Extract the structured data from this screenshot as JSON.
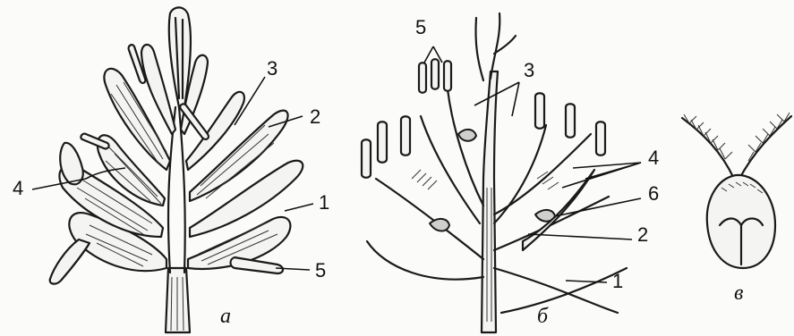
{
  "figures": {
    "a": {
      "caption": "а"
    },
    "b": {
      "caption": "б"
    },
    "c": {
      "caption": "в"
    }
  },
  "labels": {
    "a": {
      "l1": "1",
      "l2": "2",
      "l3": "3",
      "l4": "4",
      "l5": "5"
    },
    "b": {
      "l1": "1",
      "l2": "2",
      "l3": "3",
      "l4": "4",
      "l5": "5",
      "l6": "6"
    }
  }
}
